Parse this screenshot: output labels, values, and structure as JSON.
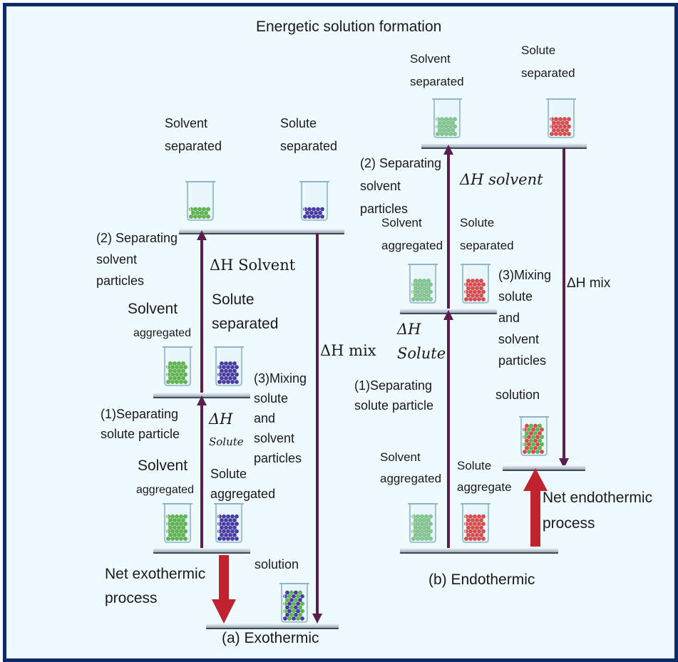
{
  "title": "Energetic solution formation",
  "exothermic": {
    "caption": "(a) Exothermic",
    "top_solvent_label": "Solvent\nseparated",
    "top_solute_label": "Solute separated",
    "step2_label": "(2) Separating\nsolvent\nparticles",
    "dh_solvent": "ΔH Solvent",
    "mid_solvent_label": "Solvent",
    "mid_solvent_sub": "aggregated",
    "mid_solute_label": "Solute\nseparated",
    "step3_label": "(3)Mixing\nsolute\nand\nsolvent\nparticles",
    "dh_mix": "ΔH mix",
    "step1_label": "(1)Separating\nsolute particle",
    "dh_solute_main": "ΔH",
    "dh_solute_sub": "Solute",
    "bottom_solvent_label": "Solvent",
    "bottom_solvent_sub": "aggregated",
    "bottom_solute_label": "Solute\naggregated",
    "net_label": "Net exothermic\nprocess",
    "solution_label": "solution"
  },
  "endothermic": {
    "caption": "(b) Endothermic",
    "top_solvent_label": "Solvent\nseparated",
    "top_solute_label": "Solute\nseparated",
    "step2_label": "(2) Separating\nsolvent\nparticles",
    "dh_solvent": "ΔH solvent",
    "mid_solvent_label": "Solvent\naggregated",
    "mid_solute_label": "Solute\nseparated",
    "step3_label": "(3)Mixing\nsolute\nand\nsolvent\nparticles",
    "dh_mix": "ΔH mix",
    "dh_solute_main": "ΔH",
    "dh_solute_sub": "Solute",
    "step1_label": "(1)Separating\nsolute particle",
    "solution_label": "solution",
    "bottom_solvent_label": "Solvent\naggregated",
    "bottom_solute_label": "Solute\naggregate",
    "net_label": "Net endothermic\nprocess"
  },
  "colors": {
    "frame": "#0d2a6b",
    "background": "#eefafd",
    "step_arrow": "#5a1f4f",
    "net_arrow": "#c0222e",
    "solvent_particles": "#5cb848",
    "solute_exo_particles": "#4a3aa8",
    "solute_endo_particles": "#e0484a"
  }
}
